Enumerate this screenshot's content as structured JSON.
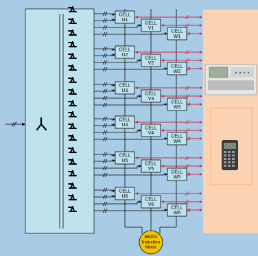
{
  "colors": {
    "background": "#a9cce6",
    "transformer_fill": "#bfe3ee",
    "cell_fill": "#bfe3ee",
    "controller_panel": "#fbd2b2",
    "control_arrow": "#e0203c",
    "motor_fill": "#f3c200",
    "line": "#000000"
  },
  "cells": [
    {
      "line1": "CELL",
      "line2": "U1"
    },
    {
      "line1": "CELL",
      "line2": "V1"
    },
    {
      "line1": "CELL",
      "line2": "W1"
    },
    {
      "line1": "CELL",
      "line2": "U2"
    },
    {
      "line1": "CELL",
      "line2": "V2"
    },
    {
      "line1": "CELL",
      "line2": "W2"
    },
    {
      "line1": "CELL",
      "line2": "U3"
    },
    {
      "line1": "CELL",
      "line2": "V3"
    },
    {
      "line1": "CELL",
      "line2": "W3"
    },
    {
      "line1": "CELL",
      "line2": "U4"
    },
    {
      "line1": "CELL",
      "line2": "V4"
    },
    {
      "line1": "CELL",
      "line2": "W4"
    },
    {
      "line1": "CELL",
      "line2": "U5"
    },
    {
      "line1": "CELL",
      "line2": "V5"
    },
    {
      "line1": "CELL",
      "line2": "W5"
    },
    {
      "line1": "CELL",
      "line2": "U6"
    },
    {
      "line1": "CELL",
      "line2": "V6"
    },
    {
      "line1": "CELL",
      "line2": "W6"
    }
  ],
  "motor": {
    "line1": "6600V",
    "line2": "Induction",
    "line3": "Motor"
  },
  "icons": {
    "input_star": "wye-symbol-icon",
    "secondary_windings": "delta-winding-icon",
    "controller_instrument": "control-unit-icon",
    "keypad": "handheld-keypad-icon"
  }
}
